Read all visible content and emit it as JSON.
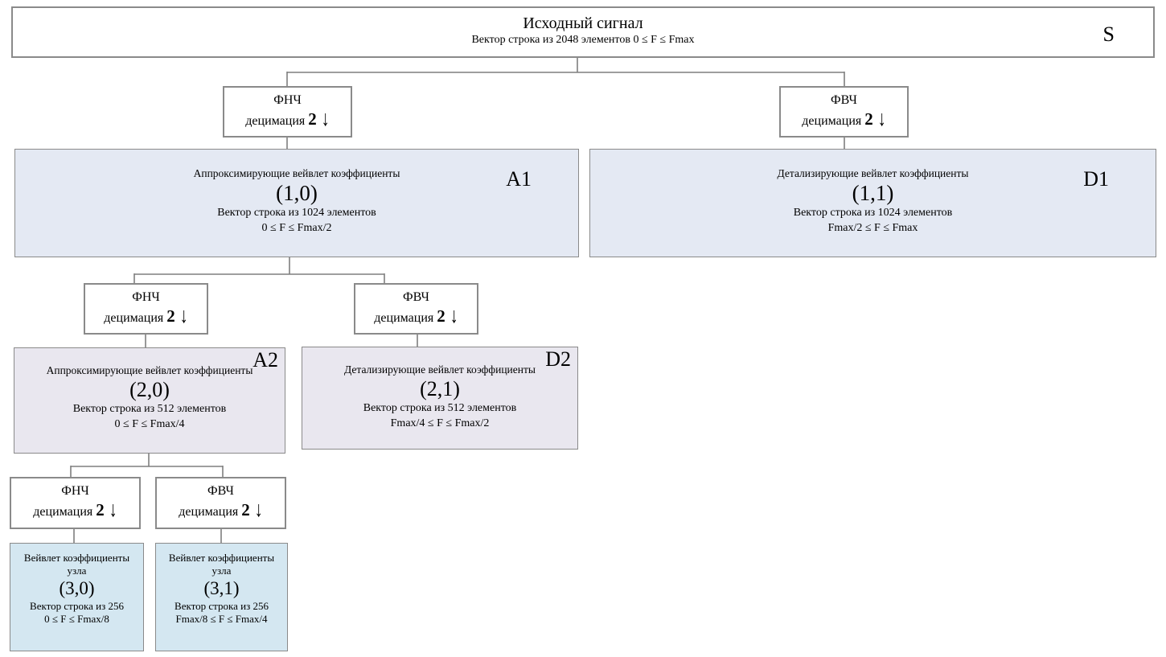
{
  "root": {
    "title": "Исходный сигнал",
    "subtitle": "Вектор строка из 2048 элементов 0 ≤ F ≤ Fmax",
    "tag": "S"
  },
  "filters": {
    "lp1": {
      "name": "ФНЧ",
      "op": "децимация",
      "factor": "2",
      "arrow": "↓"
    },
    "hp1": {
      "name": "ФВЧ",
      "op": "децимация",
      "factor": "2",
      "arrow": "↓"
    },
    "lp2": {
      "name": "ФНЧ",
      "op": "децимация",
      "factor": "2",
      "arrow": "↓"
    },
    "hp2": {
      "name": "ФВЧ",
      "op": "децимация",
      "factor": "2",
      "arrow": "↓"
    },
    "lp3": {
      "name": "ФНЧ",
      "op": "децимация",
      "factor": "2",
      "arrow": "↓"
    },
    "hp3": {
      "name": "ФВЧ",
      "op": "децимация",
      "factor": "2",
      "arrow": "↓"
    }
  },
  "nodes": {
    "a1": {
      "tag": "A1",
      "title": "Аппроксимирующие вейвлет коэффициенты",
      "index": "(1,0)",
      "vector": "Вектор строка из 1024 элементов",
      "range": "0 ≤ F ≤ Fmax/2"
    },
    "d1": {
      "tag": "D1",
      "title": "Детализирующие вейвлет коэффициенты",
      "index": "(1,1)",
      "vector": "Вектор строка из 1024 элементов",
      "range": "Fmax/2 ≤ F ≤ Fmax"
    },
    "a2": {
      "tag": "A2",
      "title": "Аппроксимирующие вейвлет коэффициенты",
      "index": "(2,0)",
      "vector": "Вектор строка из 512 элементов",
      "range": "0 ≤ F ≤ Fmax/4"
    },
    "d2": {
      "tag": "D2",
      "title": "Детализирующие вейвлет коэффициенты",
      "index": "(2,1)",
      "vector": "Вектор строка из 512 элементов",
      "range": "Fmax/4 ≤ F ≤ Fmax/2"
    },
    "n30": {
      "title": "Вейвлет коэффициенты узла",
      "index": "(3,0)",
      "vector": "Вектор строка из 256",
      "range": "0 ≤ F ≤ Fmax/8"
    },
    "n31": {
      "title": "Вейвлет коэффициенты узла",
      "index": "(3,1)",
      "vector": "Вектор строка из 256",
      "range": "Fmax/8 ≤ F ≤ Fmax/4"
    }
  },
  "colors": {
    "level1_fill": "#e4e9f3",
    "level2_fill": "#e9e7ef",
    "level3_fill": "#d4e7f1",
    "border": "#8a8a8a",
    "line": "#7f7f7f"
  }
}
